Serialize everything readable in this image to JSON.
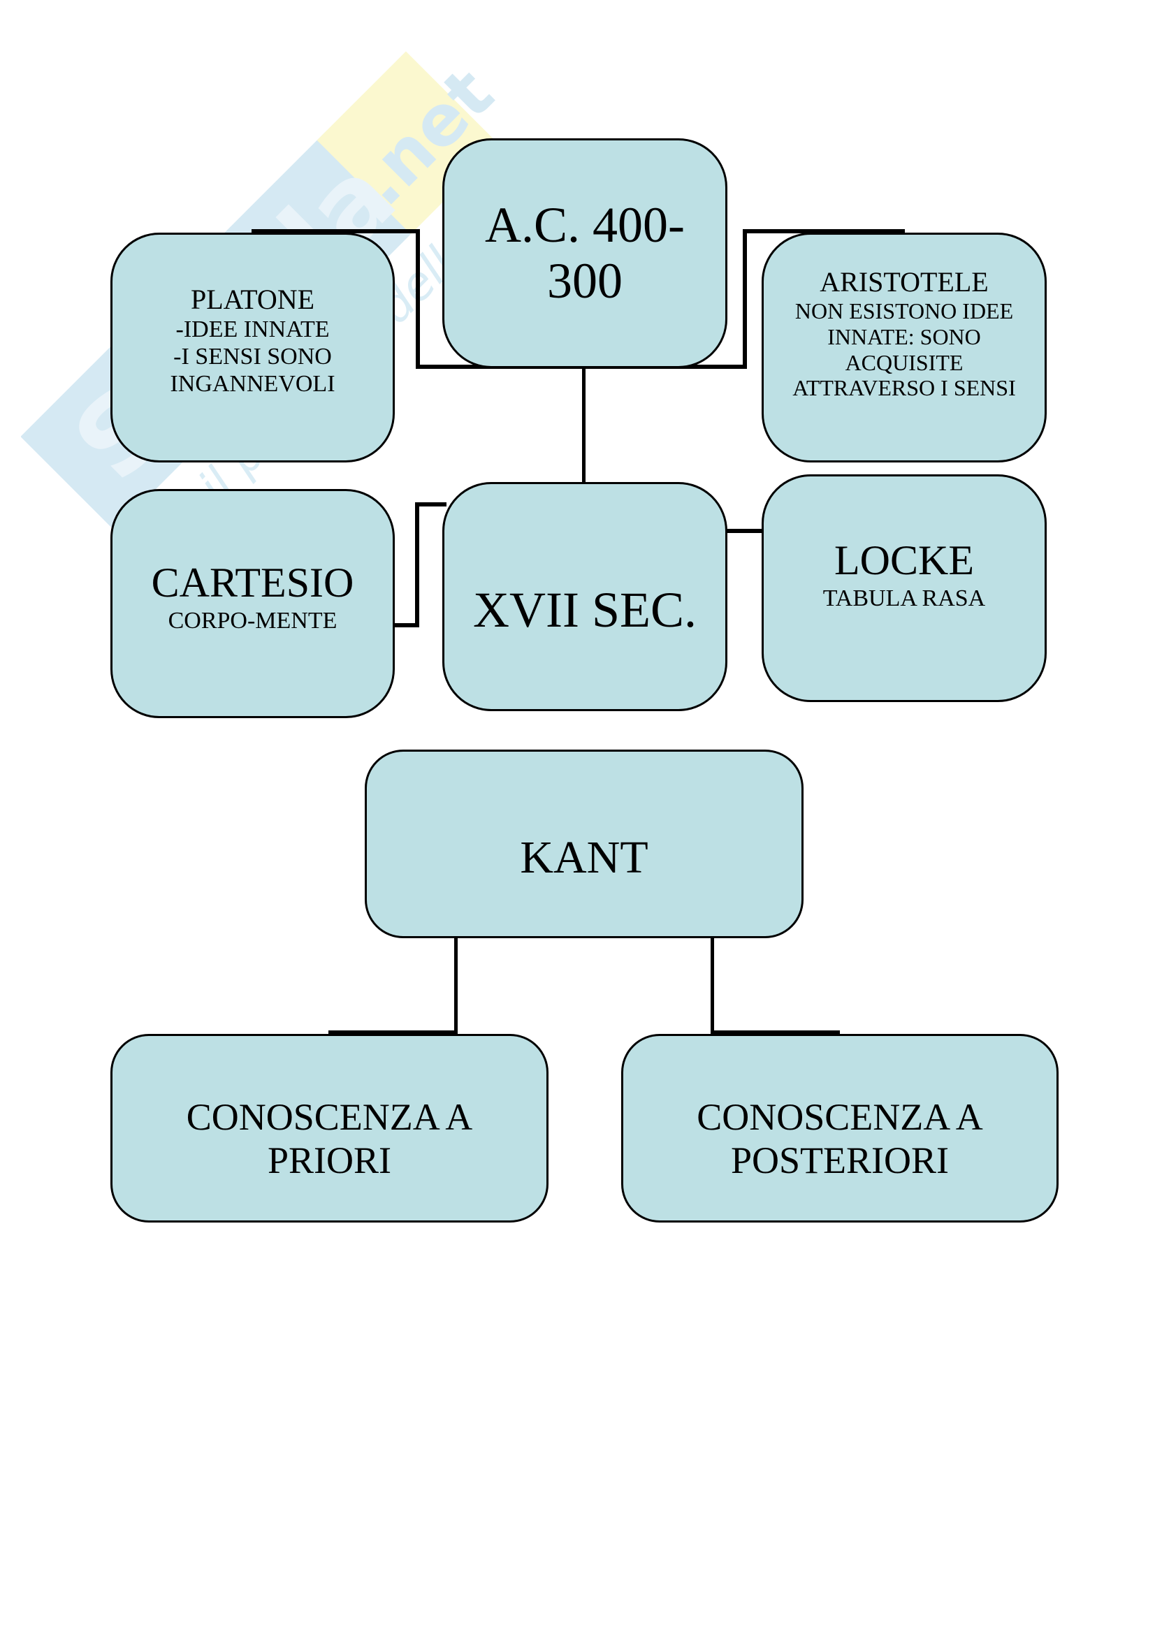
{
  "watermark": {
    "brand": "Skuola",
    "domain": ".net",
    "tagline": "il paradiso dello studente",
    "colors": {
      "blue": "#cfe6f2",
      "yellow": "#fbf7c8"
    }
  },
  "colors": {
    "node_fill": "#bde0e4",
    "node_border": "#000000",
    "connector": "#000000"
  },
  "ancient": {
    "period": {
      "line1": "A.C. 400-",
      "line2": "300"
    },
    "platone": {
      "name": "PLATONE",
      "points": [
        "-IDEE INNATE",
        "-I SENSI SONO",
        "INGANNEVOLI"
      ]
    },
    "aristotele": {
      "name": "ARISTOTELE",
      "points": [
        "NON ESISTONO IDEE",
        "INNATE: SONO",
        "ACQUISITE",
        "ATTRAVERSO I SENSI"
      ]
    }
  },
  "modern": {
    "period": {
      "label": "XVII SEC."
    },
    "cartesio": {
      "name": "CARTESIO",
      "note": "CORPO-MENTE"
    },
    "locke": {
      "name": "LOCKE",
      "note": "TABULA RASA"
    }
  },
  "kant": {
    "name": "KANT",
    "children": [
      {
        "line1": "CONOSCENZA A",
        "line2": "PRIORI"
      },
      {
        "line1": "CONOSCENZA A",
        "line2": "POSTERIORI"
      }
    ]
  }
}
